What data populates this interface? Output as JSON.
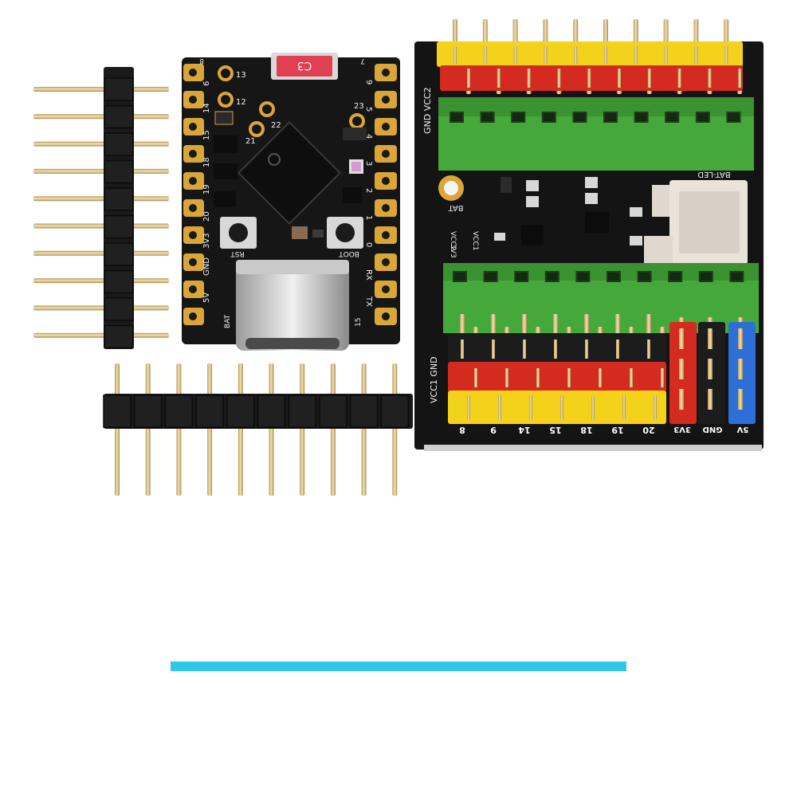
{
  "colors": {
    "divider": "#2fc6ec",
    "pcb": "#161616",
    "gold": "#d9a637",
    "yellow_header": "#f2d21b",
    "red_header": "#d52a1f",
    "black_header": "#1c1c1c",
    "blue_header": "#2d6fd6",
    "terminal_green": "#44a73a"
  },
  "dev_board": {
    "chip_badge": "C3",
    "left_pins": [
      "6",
      "14",
      "15",
      "18",
      "19",
      "20",
      "3V3",
      "GND",
      "5V"
    ],
    "right_pins": [
      "9",
      "5",
      "4",
      "3",
      "2",
      "1",
      "0",
      "RX",
      "TX"
    ],
    "inner_pins": [
      "13",
      "12",
      "22",
      "21",
      "23"
    ],
    "corner_top_left": "8",
    "corner_top_right": "7",
    "rst_label": "RST",
    "boot_label": "BOOT",
    "bat_label": "BAT",
    "pin15_label": "15"
  },
  "shield": {
    "top_edge_label": "GND VCC2",
    "bat_led_label": "BAT-LED",
    "bat_label": "BAT",
    "vcc2_label": "VCC2",
    "vcc1_label": "VCC1",
    "v33_label": "3V3",
    "side_label_bottom": "VCC1 GND",
    "bottom_pins": [
      "8",
      "9",
      "14",
      "15",
      "18",
      "19",
      "20"
    ],
    "power_pins": [
      "3V3",
      "GND",
      "5V"
    ]
  }
}
